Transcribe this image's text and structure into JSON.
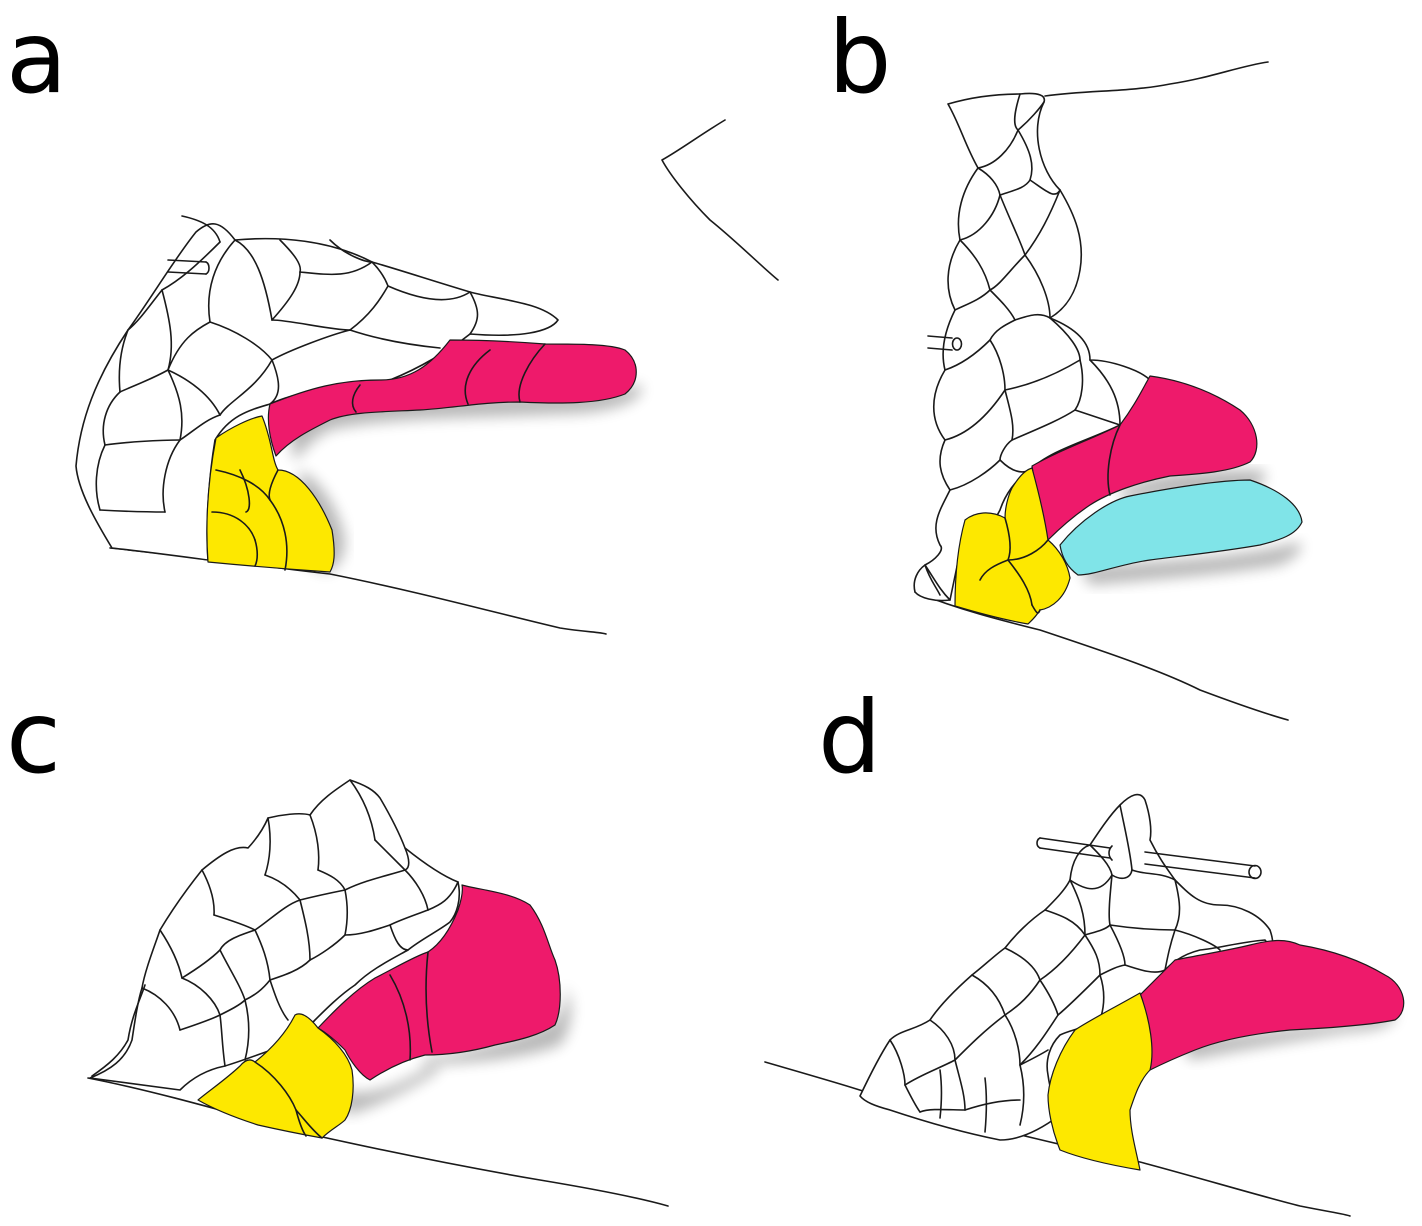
{
  "panels": [
    {
      "id": "a",
      "label": "a"
    },
    {
      "id": "b",
      "label": "b"
    },
    {
      "id": "c",
      "label": "c"
    },
    {
      "id": "d",
      "label": "d"
    }
  ],
  "colors": {
    "magenta": "#ee1a6b",
    "yellow": "#fde800",
    "cyan": "#80e4e8",
    "outline": "#1a1a1a"
  }
}
